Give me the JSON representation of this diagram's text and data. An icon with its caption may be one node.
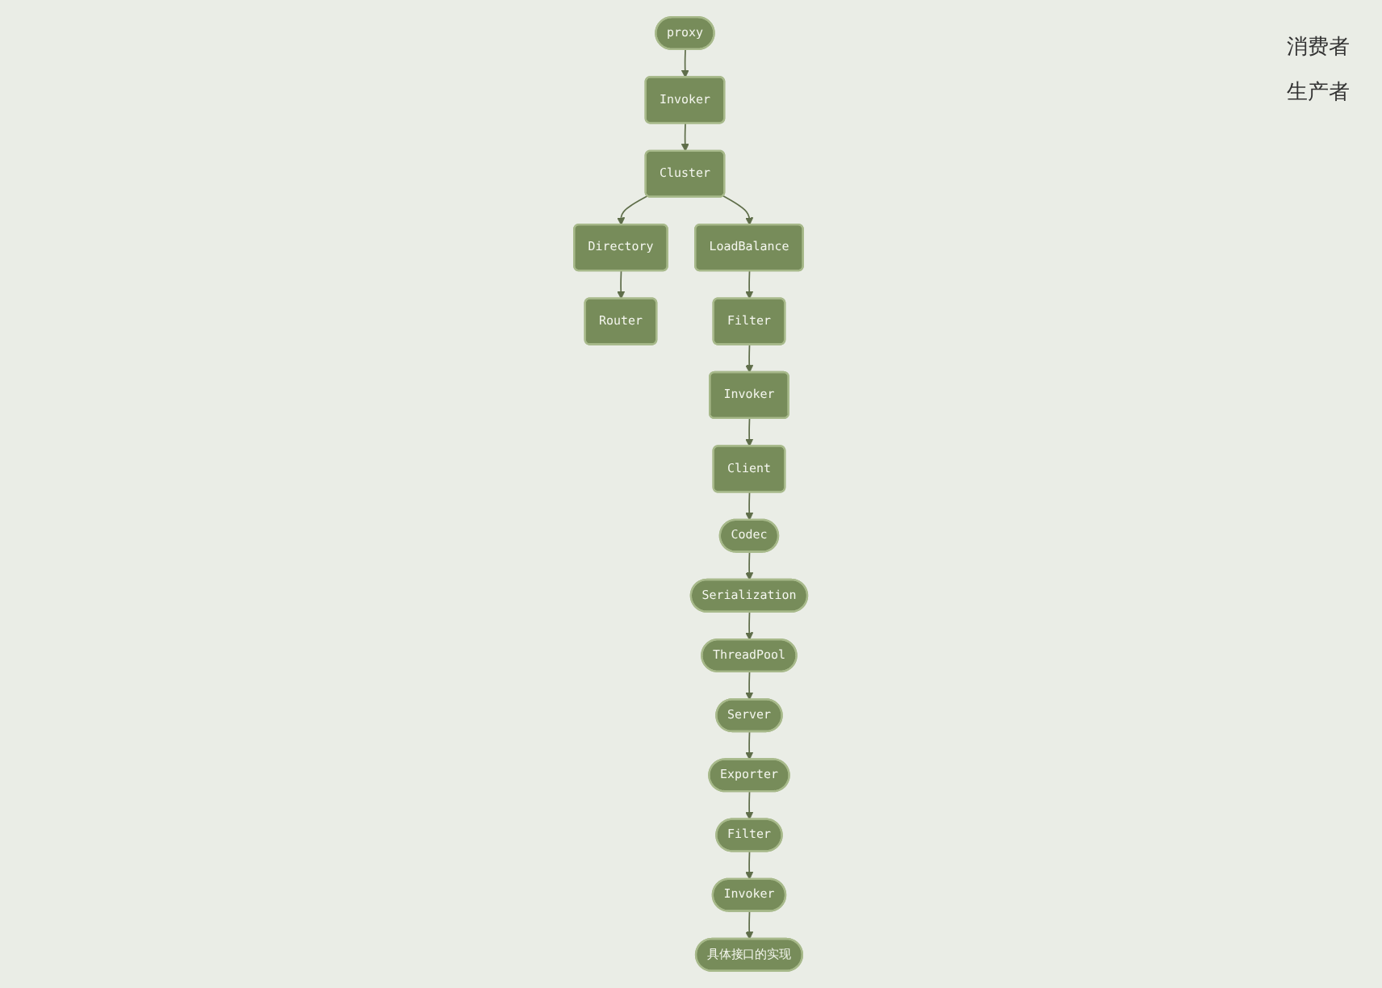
{
  "diagram": {
    "nodes": [
      {
        "text": [
          "proxy"
        ]
      },
      {
        "text": [
          "Invoker"
        ]
      },
      {
        "text": [
          "Cluster"
        ]
      },
      {
        "text": [
          "Directory"
        ]
      },
      {
        "text": [
          "Router"
        ]
      },
      {
        "text": [
          "Client"
        ]
      },
      {
        "text": [
          "Invoker"
        ]
      },
      {
        "text": [
          "Filter"
        ]
      },
      {
        "text": [
          "LoadBalance"
        ]
      },
      {
        "text": [
          "Codec"
        ]
      },
      {
        "text": [
          "Serialization"
        ]
      },
      {
        "text": [
          "具体接口的实现"
        ]
      },
      {
        "text": [
          "Invoker"
        ]
      },
      {
        "text": [
          "Filter"
        ]
      },
      {
        "text": [
          "Exporter"
        ]
      },
      {
        "text": [
          "Server"
        ]
      },
      {
        "text": [
          "ThreadPool"
        ]
      }
    ],
    "edges": [
      {
        "from": 0,
        "to": 1,
        "arrow": "to"
      },
      {
        "from": 1,
        "to": 2,
        "arrow": "to"
      },
      {
        "from": 2,
        "to": 3,
        "arrow": "to"
      },
      {
        "from": 3,
        "to": 4,
        "arrow": "to"
      },
      {
        "from": 2,
        "to": 8,
        "arrow": "to"
      },
      {
        "from": 8,
        "to": 7,
        "arrow": "to"
      },
      {
        "from": 7,
        "to": 6,
        "arrow": "to"
      },
      {
        "from": 6,
        "to": 5,
        "arrow": "to"
      },
      {
        "from": 5,
        "to": 9,
        "arrow": "to"
      },
      {
        "from": 9,
        "to": 10,
        "arrow": "to"
      },
      {
        "from": 10,
        "to": 16,
        "arrow": "to"
      },
      {
        "from": 16,
        "to": 15,
        "arrow": "to"
      },
      {
        "from": 15,
        "to": 14,
        "arrow": "to"
      },
      {
        "from": 14,
        "to": 13,
        "arrow": "to"
      },
      {
        "from": 13,
        "to": 12,
        "arrow": "to"
      },
      {
        "from": 12,
        "to": 11,
        "arrow": "to"
      }
    ],
    "labels": [
      "消费者",
      "生产者"
    ]
  }
}
